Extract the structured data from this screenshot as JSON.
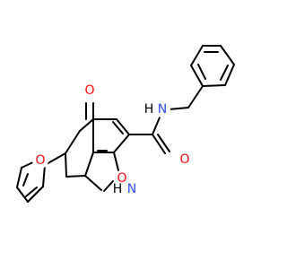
{
  "structure": {
    "atoms": [
      {
        "id": "O1",
        "label": "O",
        "color": "#ff0d0d"
      },
      {
        "id": "O2",
        "label": "O",
        "color": "#ff0d0d"
      },
      {
        "id": "O3",
        "label": "O",
        "color": "#ff0d0d"
      },
      {
        "id": "O4",
        "label": "O",
        "color": "#ff0d0d"
      },
      {
        "id": "N1",
        "label": "N",
        "color": "#3050f8"
      },
      {
        "id": "H1",
        "label": "H",
        "color": "#000000"
      },
      {
        "id": "N2",
        "label": "N",
        "color": "#3050f8"
      },
      {
        "id": "H2",
        "label": "H",
        "color": "#000000"
      }
    ]
  }
}
